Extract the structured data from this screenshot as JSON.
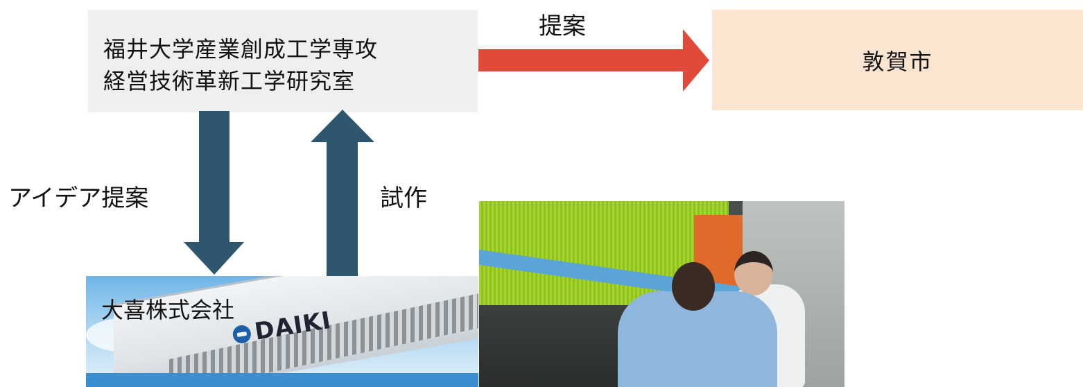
{
  "lab": {
    "line1": "福井大学産業創成工学専攻",
    "line2": "経営技術革新工学研究室"
  },
  "city": {
    "name": "敦賀市"
  },
  "labels": {
    "propose": "提案",
    "idea_propose": "アイデア提案",
    "trial": "試作"
  },
  "company": {
    "name": "大喜株式会社",
    "logo_text": "DAIKI"
  },
  "colors": {
    "lab_box": "#efefef",
    "city_box": "#fbe5d1",
    "red_arrow": "#e04a3a",
    "blue_arrow": "#2f566f"
  },
  "icons": {
    "propose_arrow": "arrow-right-icon",
    "idea_arrow": "arrow-down-icon",
    "trial_arrow": "arrow-up-icon"
  }
}
